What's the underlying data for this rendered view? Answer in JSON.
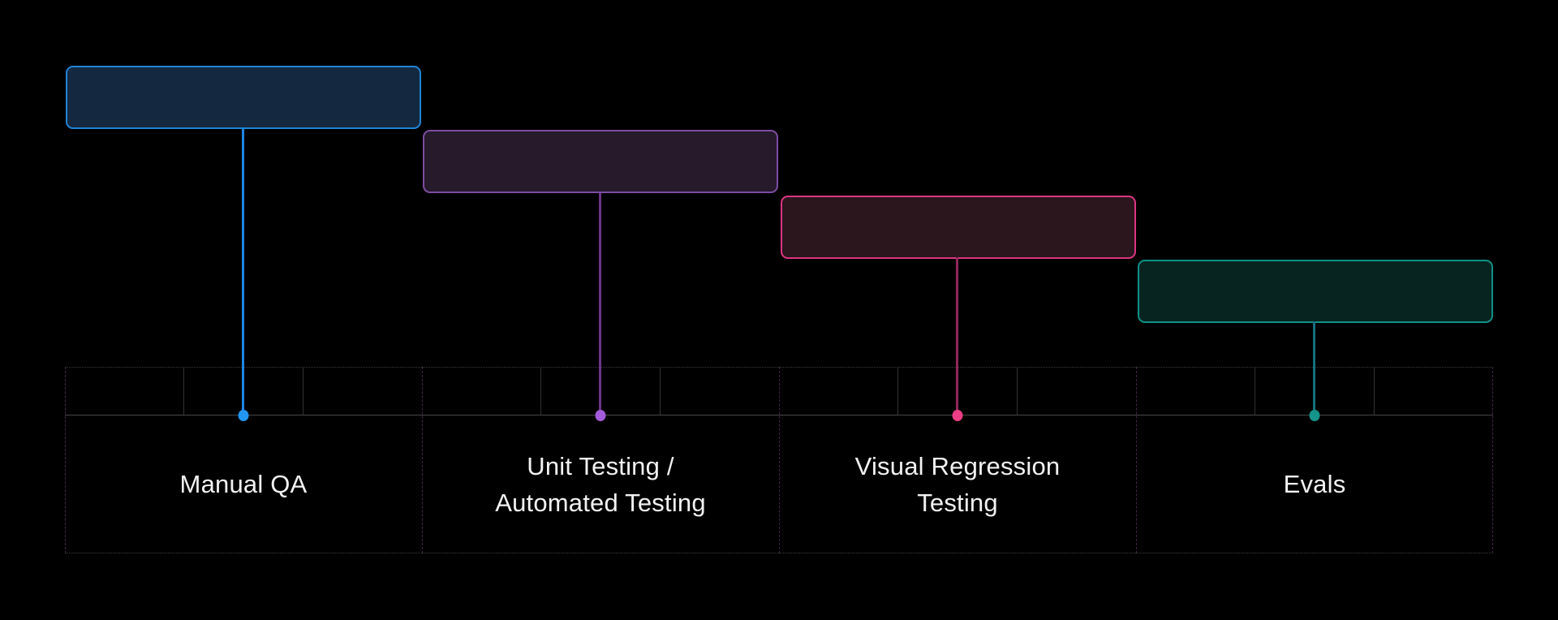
{
  "stages": [
    {
      "label": "Manual QA",
      "section_index": 0,
      "box_fill": "#142940",
      "box_border": "#1f85d8",
      "line_color": "#1d87e4",
      "dot_color": "#2196f3"
    },
    {
      "label": "Unit Testing /\nAutomated Testing",
      "section_index": 1,
      "box_fill": "#261a2b",
      "box_border": "#7e4ca2",
      "line_color": "#6c3585",
      "dot_color": "#a35bdb"
    },
    {
      "label": "Visual Regression\nTesting",
      "section_index": 2,
      "box_fill": "#2b161e",
      "box_border": "#dc3582",
      "line_color": "#93275a",
      "dot_color": "#ec3d87"
    },
    {
      "label": "Evals",
      "section_index": 3,
      "box_fill": "#082420",
      "box_border": "#0f9187",
      "line_color": "#15707e",
      "dot_color": "#14948a"
    }
  ],
  "grid": {
    "sections": 4,
    "cells_per_section": 3,
    "colors": {
      "cell_line": "#333333",
      "timeline_line": "#464646",
      "outer_dotted_line": "#3a3a3a",
      "section_divider": "#3e2945"
    }
  },
  "background_color": "#000000",
  "text_color": "#f2f2f2"
}
